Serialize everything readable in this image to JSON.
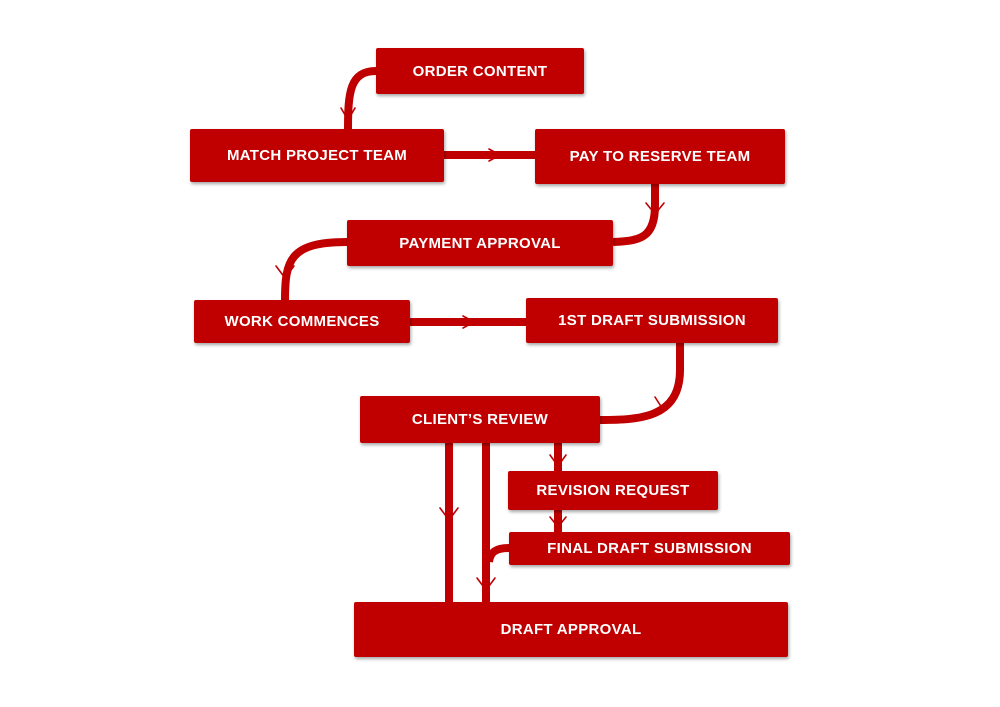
{
  "diagram": {
    "accent_color": "#c00000",
    "text_color": "#ffffff",
    "steps": {
      "order_content": "ORDER CONTENT",
      "match_project_team": "MATCH PROJECT TEAM",
      "pay_to_reserve_team": "PAY TO RESERVE TEAM",
      "payment_approval": "PAYMENT APPROVAL",
      "work_commences": "WORK COMMENCES",
      "first_draft_submission": "1ST DRAFT SUBMISSION",
      "clients_review": "CLIENT’S REVIEW",
      "revision_request": "REVISION REQUEST",
      "final_draft_submission": "FINAL DRAFT SUBMISSION",
      "draft_approval": "DRAFT APPROVAL"
    }
  }
}
